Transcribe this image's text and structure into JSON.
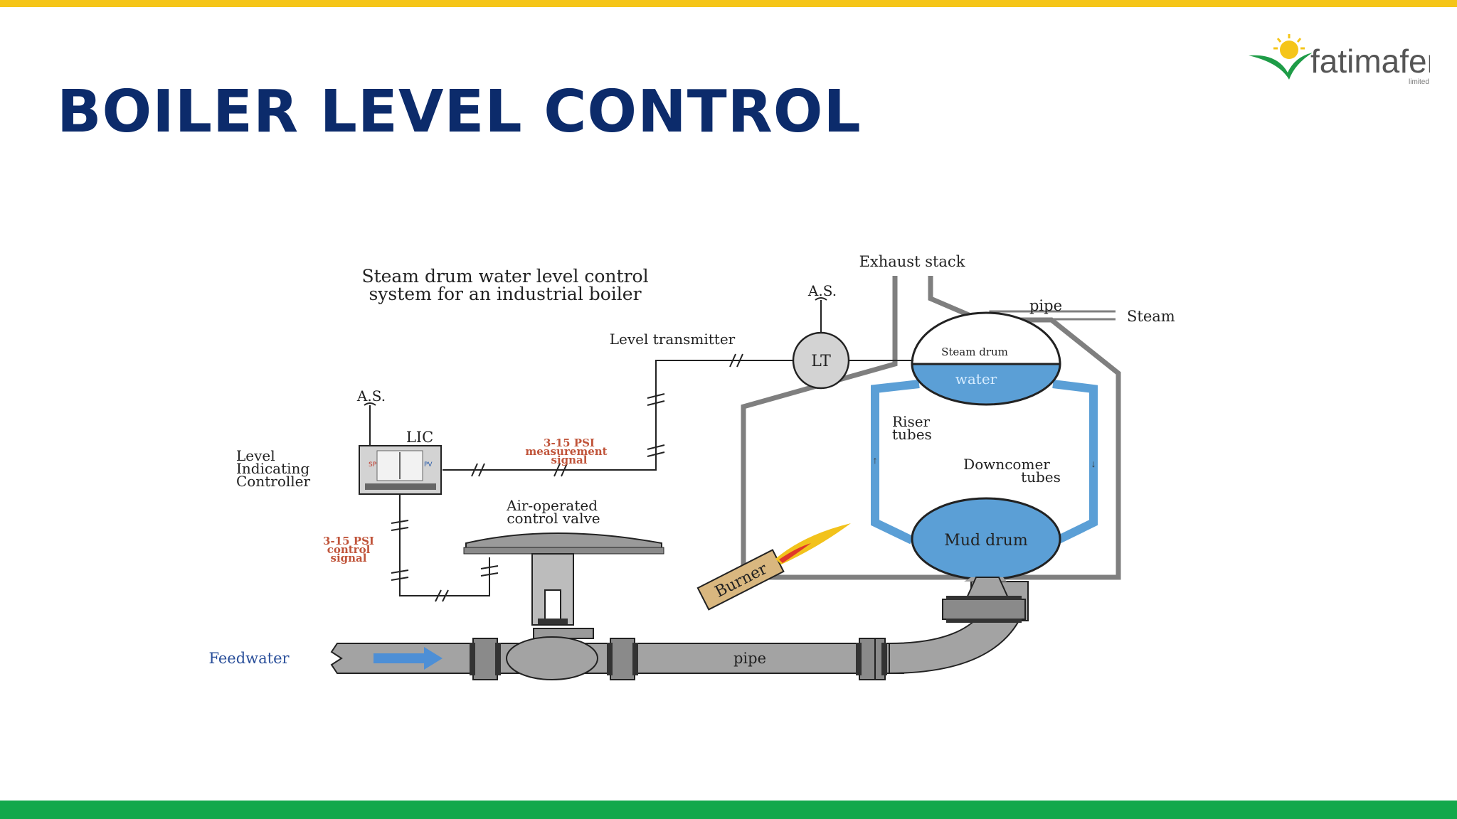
{
  "slide": {
    "title": "BOILER LEVEL CONTROL",
    "colors": {
      "top_bar": "#f5c518",
      "bottom_bar": "#12a84b",
      "title": "#0c2b6b"
    }
  },
  "logo": {
    "name": "fatimafert",
    "suffix": "limited",
    "icon": "sun-leaf-logo"
  },
  "diagram": {
    "caption_line1": "Steam drum water level control",
    "caption_line2": "system for an industrial boiler",
    "exhaust_stack": "Exhaust stack",
    "pipe_top": "pipe",
    "steam": "Steam",
    "as_lt": "A.S.",
    "level_transmitter": "Level transmitter",
    "lt": "LT",
    "steam_drum": "Steam drum",
    "water": "water",
    "riser_1": "Riser",
    "riser_2": "tubes",
    "downcomer_1": "Downcomer",
    "downcomer_2": "tubes",
    "mud_drum": "Mud drum",
    "as_lic": "A.S.",
    "lic": "LIC",
    "controller_1": "Level",
    "controller_2": "Indicating",
    "controller_3": "Controller",
    "sp": "SP",
    "pv": "PV",
    "meas_1": "3-15 PSI",
    "meas_2": "measurement",
    "meas_3": "signal",
    "ctrl_1": "3-15 PSI",
    "ctrl_2": "control",
    "ctrl_3": "signal",
    "valve_1": "Air-operated",
    "valve_2": "control valve",
    "burner": "Burner",
    "feedwater": "Feedwater",
    "pipe_bottom": "pipe",
    "colors": {
      "water": "#5b9fd6",
      "pipe": "#a3a3a3",
      "signal": "#c0543a",
      "flame": "#f2c21b"
    }
  }
}
